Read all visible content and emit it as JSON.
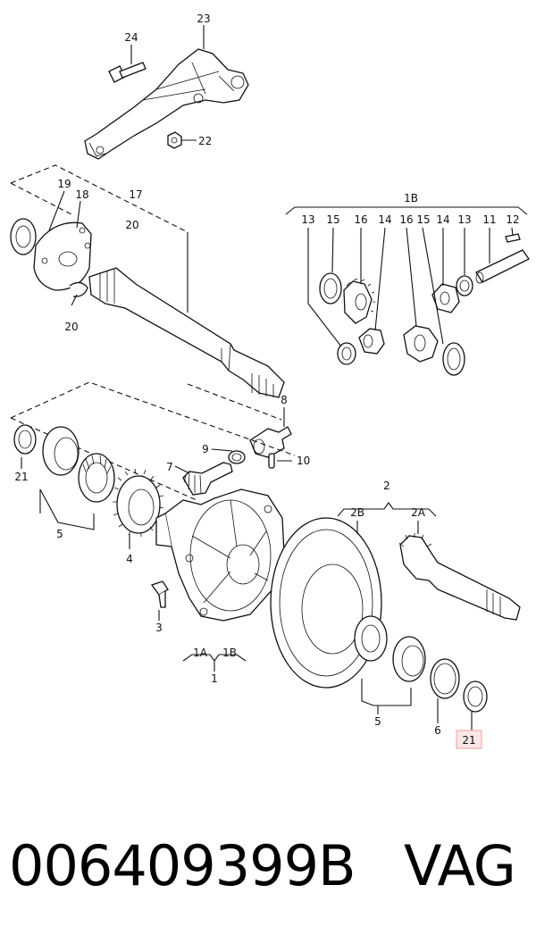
{
  "callouts": {
    "c23": "23",
    "c24": "24",
    "c22": "22",
    "c19": "19",
    "c18": "18",
    "c17": "17",
    "c20a": "20",
    "c20b": "20",
    "c1B_top": "1B",
    "c13a": "13",
    "c15a": "15",
    "c16a": "16",
    "c14a": "14",
    "c16b": "16",
    "c15b": "15",
    "c14b": "14",
    "c13b": "13",
    "c11": "11",
    "c12": "12",
    "c8": "8",
    "c9": "9",
    "c10": "10",
    "c7": "7",
    "c21a": "21",
    "c5a": "5",
    "c4": "4",
    "c3": "3",
    "c1A": "1A",
    "c1B": "1B",
    "c1": "1",
    "c2": "2",
    "c2B": "2B",
    "c2A": "2A",
    "c5b": "5",
    "c6": "6",
    "c21b": "21"
  },
  "highlight": {
    "color": "#e8a0a0",
    "fill": "#fbe6e6",
    "text_color": "#c44040"
  },
  "footer": {
    "part_number": "006409399B",
    "brand": "VAG"
  }
}
